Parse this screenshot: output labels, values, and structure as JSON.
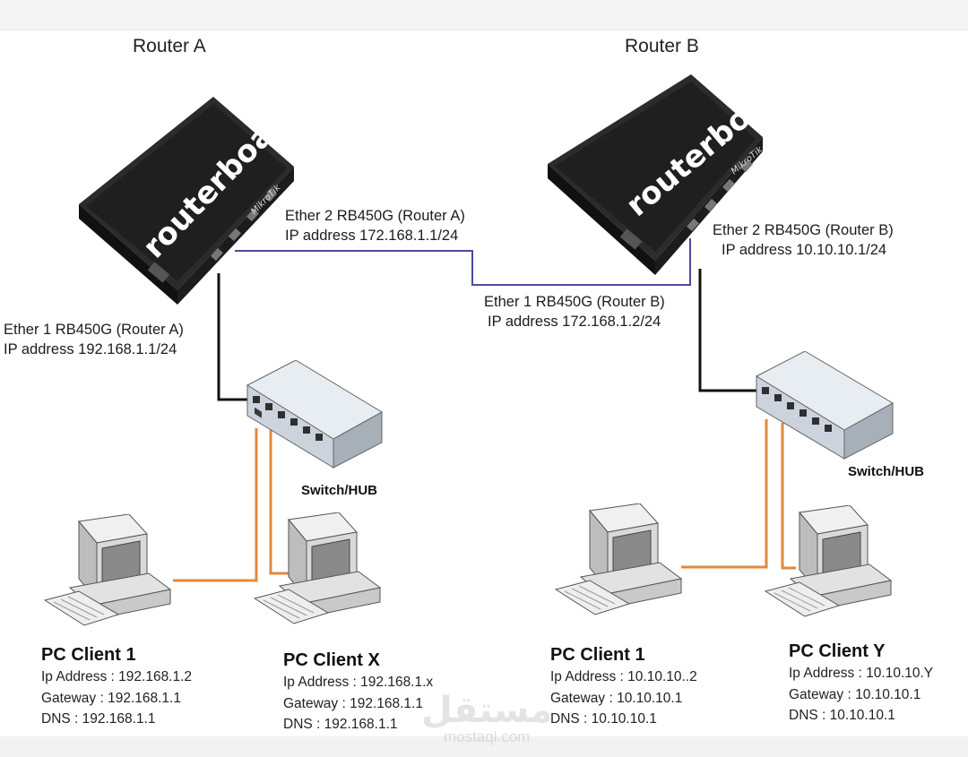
{
  "routers": [
    {
      "title": "Router A",
      "brand": "routerboard",
      "maker": "MikroTik",
      "ether1": {
        "line1": "Ether 1 RB450G (Router A)",
        "line2": "IP address 192.168.1.1/24"
      },
      "ether2": {
        "line1": "Ether 2 RB450G (Router A)",
        "line2": "IP address 172.168.1.1/24"
      }
    },
    {
      "title": "Router B",
      "brand": "routerboard",
      "maker": "MikroTik",
      "ether1": {
        "line1": "Ether 1 RB450G (Router B)",
        "line2": "IP address 172.168.1.2/24"
      },
      "ether2": {
        "line1": "Ether 2 RB450G (Router B)",
        "line2": "IP address 10.10.10.1/24"
      }
    }
  ],
  "switches": [
    {
      "label": "Switch/HUB"
    },
    {
      "label": "Switch/HUB"
    }
  ],
  "clients": [
    {
      "name": "PC Client 1",
      "ip": "Ip Address : 192.168.1.2",
      "gateway": "Gateway : 192.168.1.1",
      "dns": "DNS : 192.168.1.1"
    },
    {
      "name": "PC Client X",
      "ip": "Ip Address : 192.168.1.x",
      "gateway": "Gateway : 192.168.1.1",
      "dns": "DNS : 192.168.1.1"
    },
    {
      "name": "PC Client 1",
      "ip": "Ip Address : 10.10.10..2",
      "gateway": "Gateway : 10.10.10.1",
      "dns": "DNS : 10.10.10.1"
    },
    {
      "name": "PC Client Y",
      "ip": "Ip Address : 10.10.10.Y",
      "gateway": "Gateway : 10.10.10.1",
      "dns": "DNS : 10.10.10.1"
    }
  ],
  "watermark": {
    "arabic": "مستقل",
    "latin": "mostaql.com"
  },
  "colors": {
    "router_body": "#1a1a1a",
    "router_top": "#2a2a2a",
    "link_routers": "#4b4b9e",
    "link_router_switch": "#111111",
    "link_switch_pc": "#e08a3c",
    "switch_body": "#dde3ea",
    "pc_body": "#e4e4e4"
  }
}
